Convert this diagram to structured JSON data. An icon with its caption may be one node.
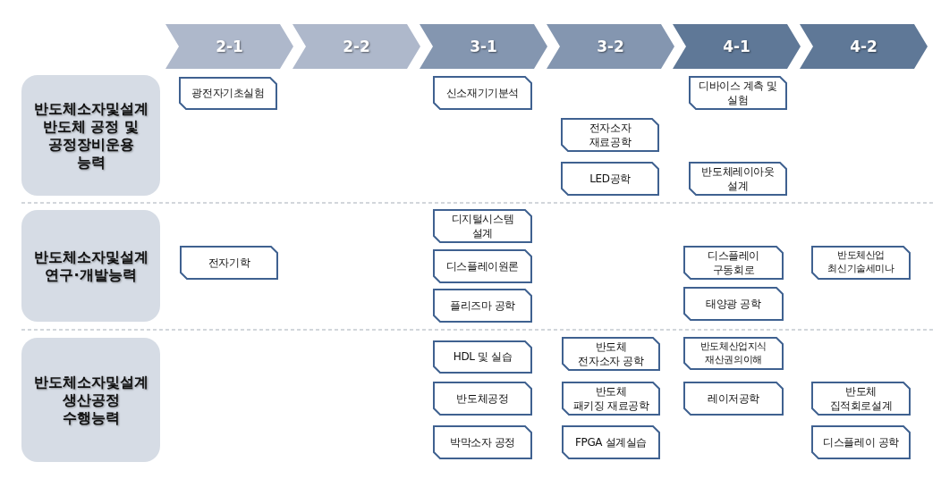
{
  "diagram": {
    "nodes": [
      {
        "text": [
          "2-1"
        ]
      },
      {
        "text": [
          "2-2"
        ]
      },
      {
        "text": [
          "3-1"
        ]
      },
      {
        "text": [
          "3-2"
        ]
      },
      {
        "text": [
          "4-1"
        ]
      },
      {
        "text": [
          "4-2"
        ]
      },
      {
        "text": [
          "반도체소자및설계 반도체 공정 및 공정장비운용 능력"
        ]
      },
      {
        "text": [
          "광전자기초실험"
        ]
      },
      {
        "text": [
          "신소재기기분석"
        ]
      },
      {
        "text": [
          "디바이스 계측 및 실험"
        ]
      },
      {
        "text": [
          "전자소자 재료공학"
        ]
      },
      {
        "text": [
          "LED공학"
        ]
      },
      {
        "text": [
          "반도체레이아웃 설계"
        ]
      },
      {
        "text": [
          "반도체소자및설계 연구·개발능력"
        ]
      },
      {
        "text": [
          "디지털시스템 설계"
        ]
      },
      {
        "text": [
          "전자기학"
        ]
      },
      {
        "text": [
          "디스플레이원론"
        ]
      },
      {
        "text": [
          "디스플레이 구동회로"
        ]
      },
      {
        "text": [
          "반도체산업 최신기술세미나"
        ]
      },
      {
        "text": [
          "태양광 공학"
        ]
      },
      {
        "text": [
          "플리즈마 공학"
        ]
      },
      {
        "text": [
          "반도체소자및설계 생산공정 수행능력"
        ]
      },
      {
        "text": [
          "HDL 및 실습"
        ]
      },
      {
        "text": [
          "반도체 전자소자 공학"
        ]
      },
      {
        "text": [
          "반도체산업지식 재산권의이해"
        ]
      },
      {
        "text": [
          "반도체공정"
        ]
      },
      {
        "text": [
          "반도체 패키징 재료공학"
        ]
      },
      {
        "text": [
          "레이저공학"
        ]
      },
      {
        "text": [
          "반도체 집적회로설계"
        ]
      },
      {
        "text": [
          "박막소자 공정"
        ]
      },
      {
        "text": [
          "FPGA 설계실습"
        ]
      },
      {
        "text": [
          "디스플레이 공학"
        ]
      }
    ]
  }
}
